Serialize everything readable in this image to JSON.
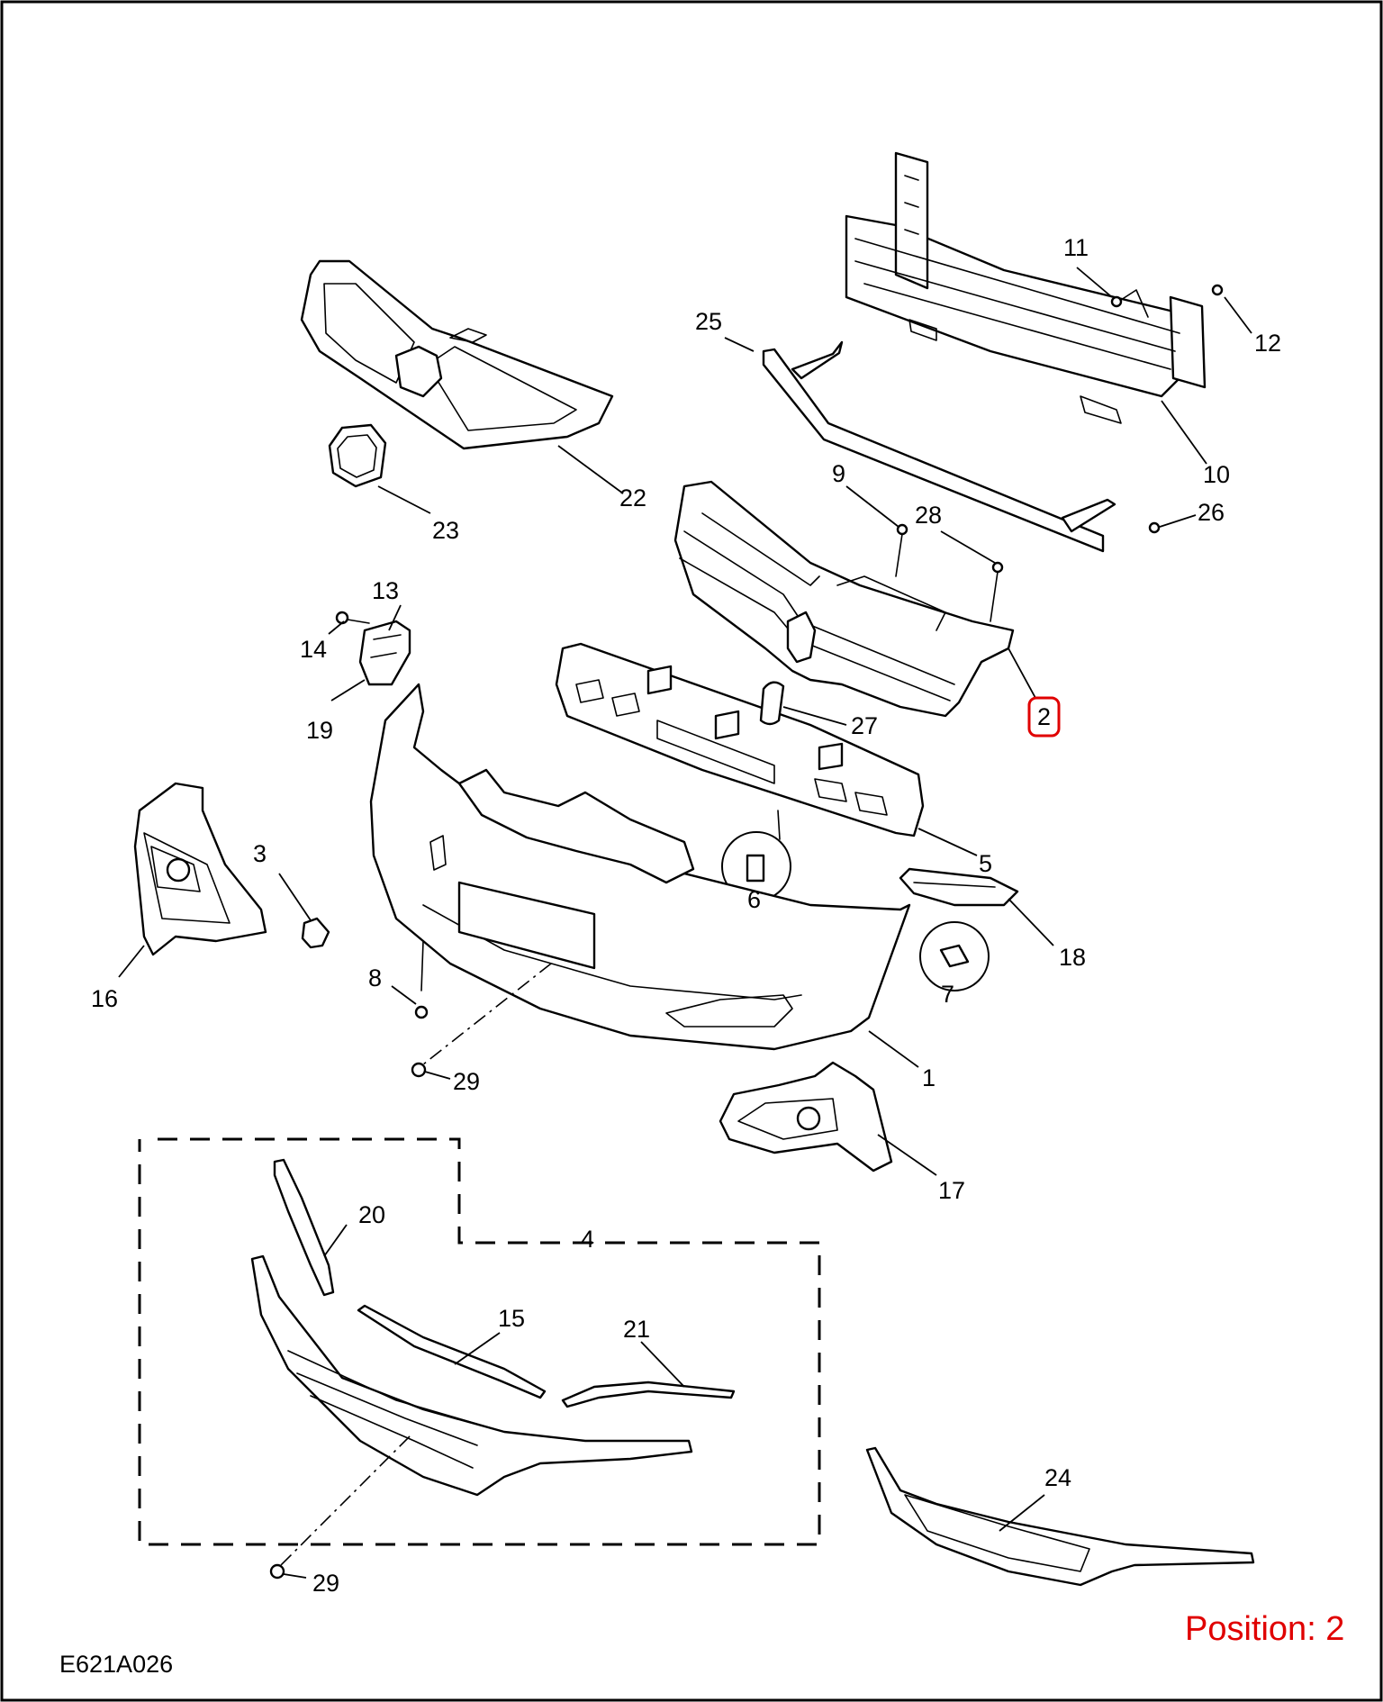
{
  "diagram": {
    "code": "E621A026",
    "position_label": "Position: 2",
    "highlight_color": "#e00000",
    "callouts": {
      "c1": "1",
      "c2": "2",
      "c3": "3",
      "c4": "4",
      "c5": "5",
      "c6": "6",
      "c7": "7",
      "c8": "8",
      "c9": "9",
      "c10": "10",
      "c11": "11",
      "c12": "12",
      "c13": "13",
      "c14": "14",
      "c15": "15",
      "c16": "16",
      "c17": "17",
      "c18": "18",
      "c19": "19",
      "c20": "20",
      "c21": "21",
      "c22": "22",
      "c23": "23",
      "c24": "24",
      "c25": "25",
      "c26": "26",
      "c27": "27",
      "c28": "28",
      "c29a": "29",
      "c29b": "29"
    }
  }
}
